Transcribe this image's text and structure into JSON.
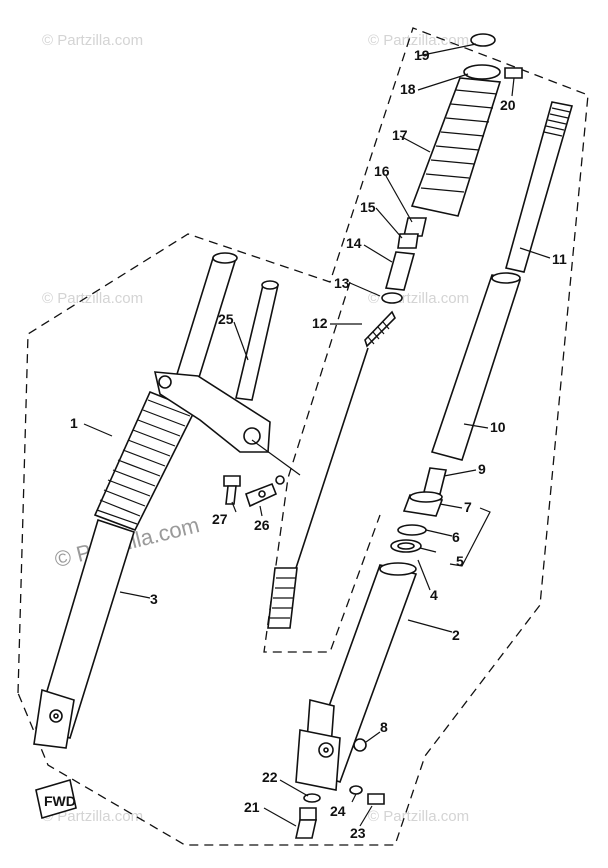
{
  "watermark": {
    "text": "© Partzilla.com"
  },
  "fwd_marker": {
    "text": "FWD"
  },
  "callouts": [
    "1",
    "2",
    "3",
    "4",
    "5",
    "6",
    "7",
    "8",
    "9",
    "10",
    "11",
    "12",
    "13",
    "14",
    "15",
    "16",
    "17",
    "18",
    "19",
    "20",
    "21",
    "22",
    "23",
    "24",
    "25",
    "26",
    "27"
  ]
}
